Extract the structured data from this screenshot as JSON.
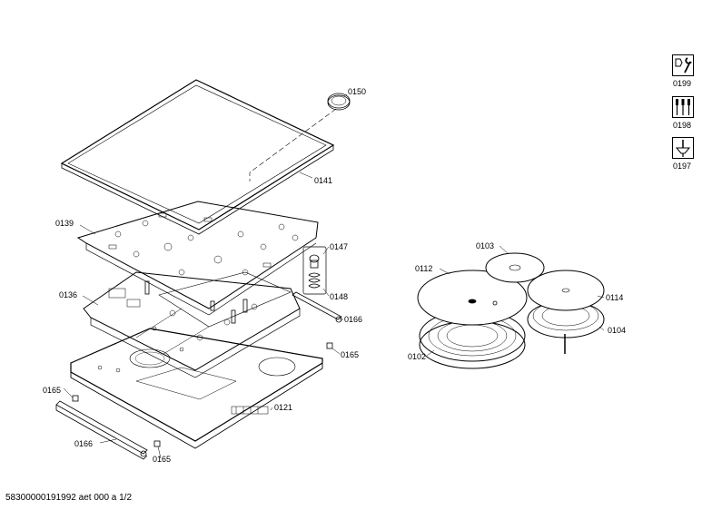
{
  "diagram": {
    "footer_code": "58300000191992 aet 000 a 1/2",
    "part_labels": {
      "p0150": "0150",
      "p0141": "0141",
      "p0139": "0139",
      "p0147": "0147",
      "p0136": "0136",
      "p0148": "0148",
      "p0166_right": "0166",
      "p0165_right": "0165",
      "p0165_left": "0165",
      "p0121": "0121",
      "p0166_left": "0166",
      "p0165_bottom": "0165",
      "p0103": "0103",
      "p0112": "0112",
      "p0114": "0114",
      "p0104": "0104",
      "p0102": "0102"
    },
    "tool_icons": [
      {
        "label": "0199",
        "icon": "wrench-screwdriver-icon"
      },
      {
        "label": "0198",
        "icon": "screwdriver-set-icon"
      },
      {
        "label": "0197",
        "icon": "screw-insert-icon"
      }
    ]
  }
}
